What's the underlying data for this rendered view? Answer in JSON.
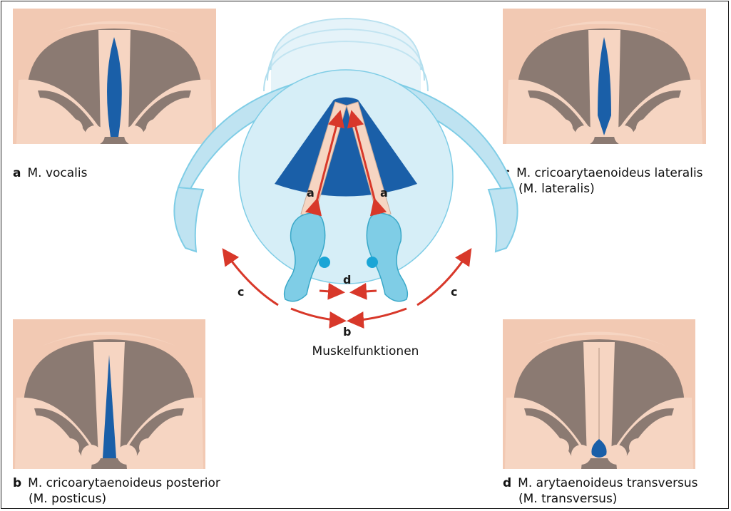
{
  "panels": {
    "a": {
      "letter": "a",
      "line1": "M. vocalis",
      "line2": ""
    },
    "b": {
      "letter": "b",
      "line1": "M. cricoarytaenoideus posterior",
      "line2": "(M. posticus)"
    },
    "c": {
      "letter": "c",
      "line1": "M. cricoarytaenoideus lateralis",
      "line2": "(M. lateralis)"
    },
    "d": {
      "letter": "d",
      "line1": "M. arytaenoideus transversus",
      "line2": "(M. transversus)"
    }
  },
  "center": {
    "caption": "Muskelfunktionen",
    "arrow_labels": {
      "a_left": "a",
      "a_right": "a",
      "b": "b",
      "c_left": "c",
      "c_right": "c",
      "d": "d"
    }
  },
  "colors": {
    "skin_bg": "#f2c9b3",
    "tissue_dark": "#8b7a72",
    "fold": "#f6d5c2",
    "glottis": "#1a5fa8",
    "cartilage_light": "#cfe9f4",
    "cartilage_mid": "#7fcde6",
    "arrow": "#d8382a"
  }
}
